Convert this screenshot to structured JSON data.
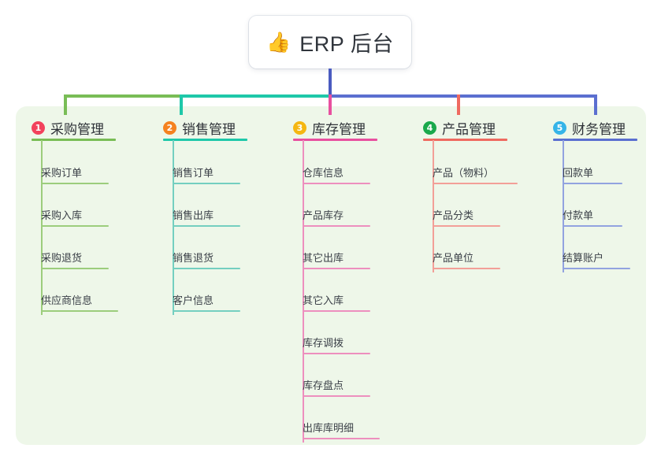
{
  "diagram": {
    "type": "mindmap-tree",
    "root": {
      "icon": "thumbs-up-icon",
      "emoji": "👍",
      "title": "ERP 后台"
    },
    "canvas_color": "#eef7e9",
    "branches": [
      {
        "index": "1",
        "label": "采购管理",
        "color": "#79bd56",
        "badge_color": "#f2425c",
        "items": [
          "采购订单",
          "采购入库",
          "采购退货",
          "供应商信息"
        ]
      },
      {
        "index": "2",
        "label": "销售管理",
        "color": "#1fc8a9",
        "badge_color": "#f58220",
        "items": [
          "销售订单",
          "销售出库",
          "销售退货",
          "客户信息"
        ]
      },
      {
        "index": "3",
        "label": "库存管理",
        "color": "#e8509f",
        "badge_color": "#f5b712",
        "items": [
          "仓库信息",
          "产品库存",
          "其它出库",
          "其它入库",
          "库存调拨",
          "库存盘点",
          "出库库明细"
        ]
      },
      {
        "index": "4",
        "label": "产品管理",
        "color": "#ef6a60",
        "badge_color": "#1aa94c",
        "items": [
          "产品（物料）",
          "产品分类",
          "产品单位"
        ]
      },
      {
        "index": "5",
        "label": "财务管理",
        "color": "#5b6fd0",
        "badge_color": "#35b4e8",
        "items": [
          "回款单",
          "付款单",
          "结算账户"
        ]
      }
    ],
    "connectors": {
      "stem_color": "#4a5bc0",
      "bus_segments": [
        {
          "color": "#79bd56"
        },
        {
          "color": "#1fc8a9"
        },
        {
          "color": "#5b6fd0"
        }
      ]
    }
  }
}
